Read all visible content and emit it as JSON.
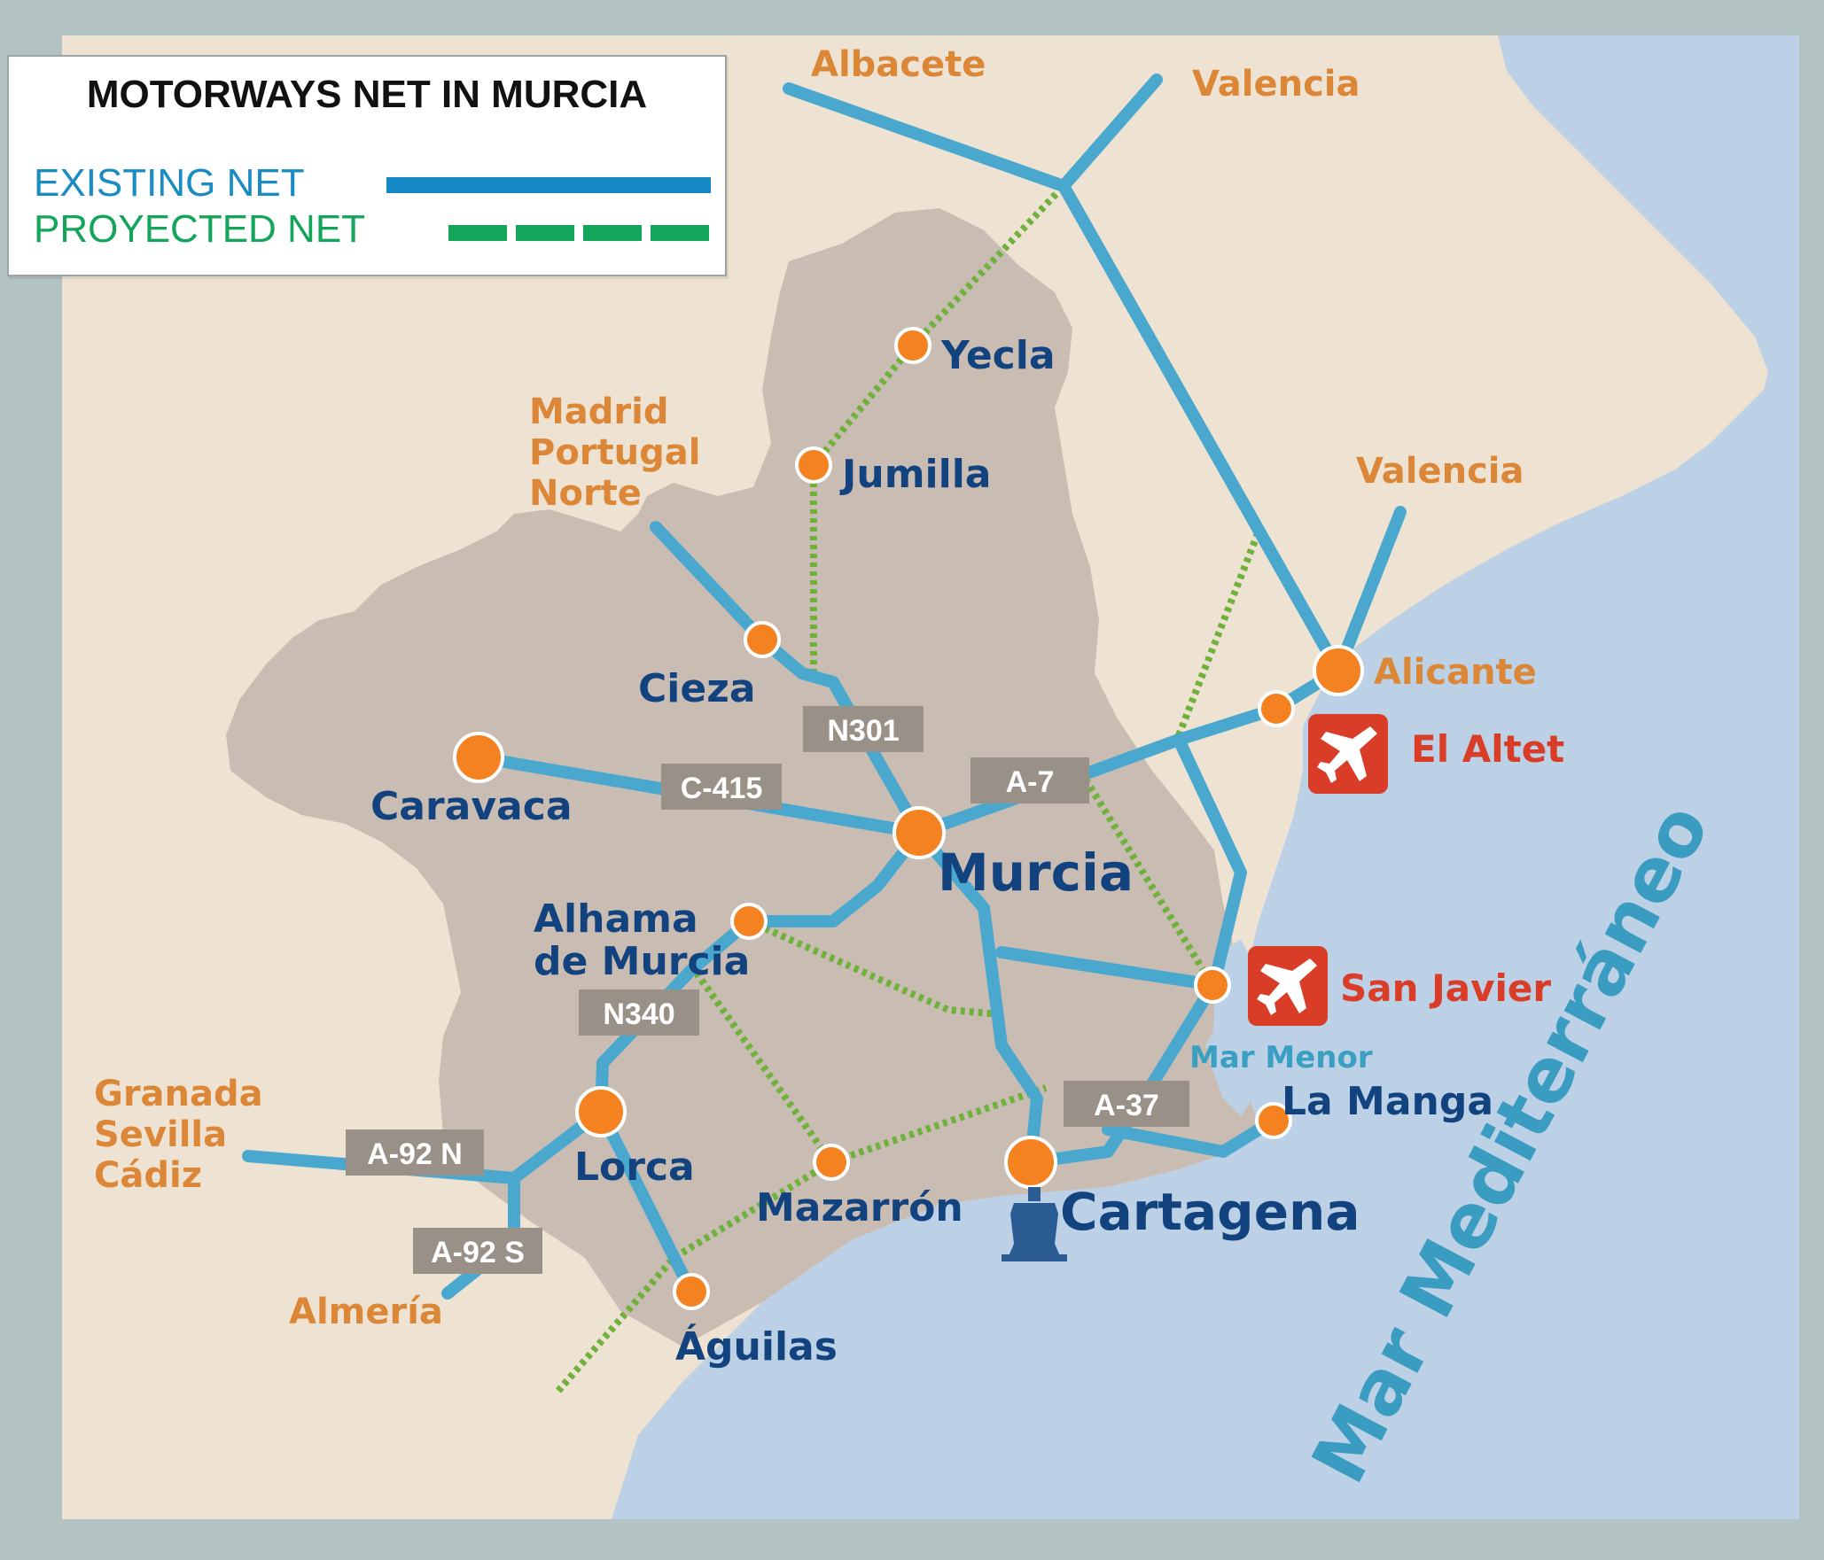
{
  "legend": {
    "title": "MOTORWAYS NET IN MURCIA",
    "existing": "EXISTING NET",
    "projected": "PROYECTED NET",
    "existing_color": "#1489c6",
    "projected_color": "#13a55a"
  },
  "colors": {
    "frame": "#b3c2c3",
    "land": "#eee3d2",
    "region": "#c9bdb3",
    "sea": "#bcd0e6",
    "road": "#4aa8cf",
    "projected_road": "#6fb13a",
    "city_dot": "#f58220",
    "road_label_bg": "#999187"
  },
  "cities": {
    "yecla": "Yecla",
    "jumilla": "Jumilla",
    "cieza": "Cieza",
    "caravaca": "Caravaca",
    "murcia": "Murcia",
    "alhama_1": "Alhama",
    "alhama_2": "de Murcia",
    "lorca": "Lorca",
    "mazarron": "Mazarrón",
    "cartagena": "Cartagena",
    "aguilas": "Águilas",
    "la_manga": "La Manga",
    "alicante": "Alicante"
  },
  "external": {
    "albacete": "Albacete",
    "valencia_north": "Valencia",
    "valencia_coast": "Valencia",
    "madrid_1": "Madrid",
    "madrid_2": "Portugal",
    "madrid_3": "Norte",
    "granada_1": "Granada",
    "granada_2": "Sevilla",
    "granada_3": "Cádiz",
    "almeria": "Almería"
  },
  "airports": {
    "el_altet": "El Altet",
    "san_javier": "San Javier",
    "icon": "airplane-icon"
  },
  "port_icon": "anchor-port-icon",
  "water": {
    "mar_menor": "Mar Menor",
    "mediterranean": "Mar Mediterráneo"
  },
  "roads": {
    "n301": "N301",
    "c415": "C-415",
    "a7": "A-7",
    "n340": "N340",
    "a37": "A-37",
    "a92n": "A-92 N",
    "a92s": "A-92 S"
  }
}
